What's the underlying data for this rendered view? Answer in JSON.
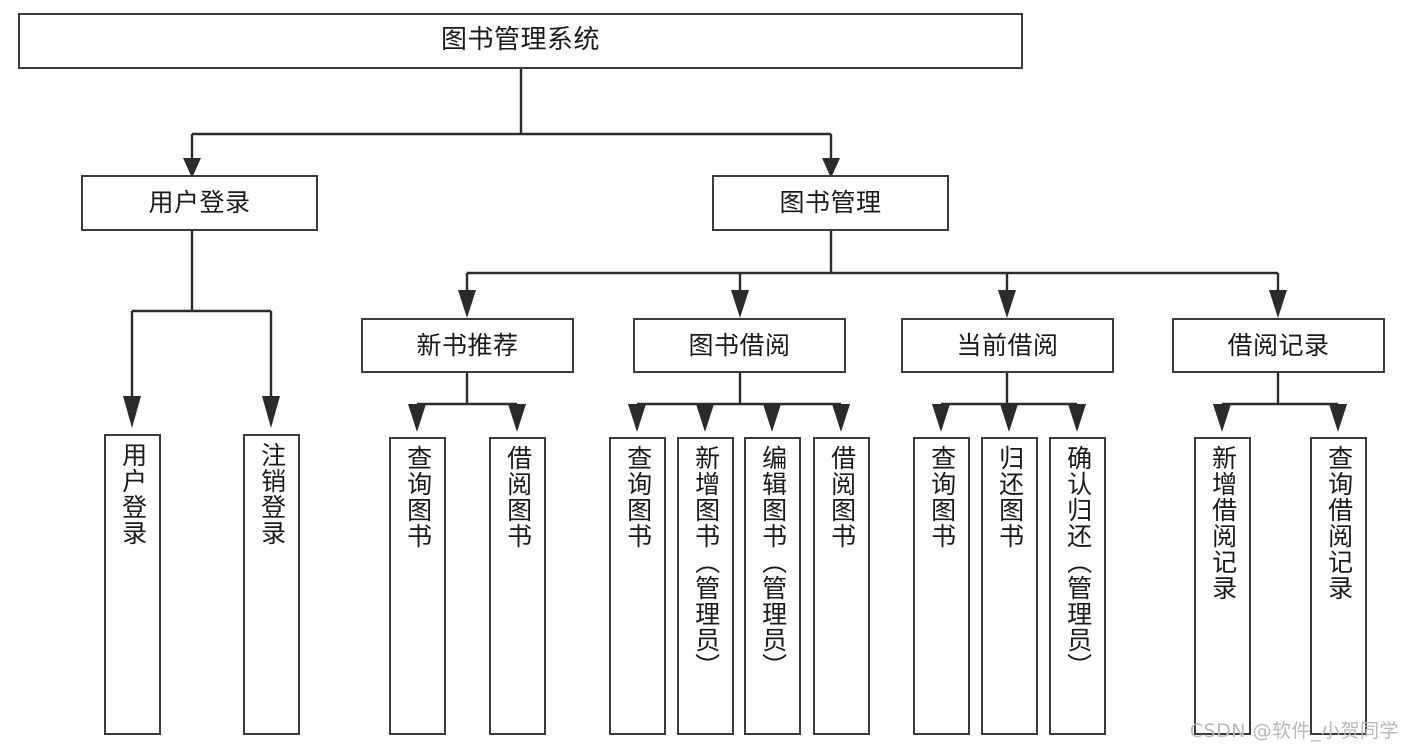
{
  "diagram": {
    "type": "tree",
    "title": "图书管理系统",
    "root": {
      "id": "root",
      "label": "图书管理系统"
    },
    "level1": [
      {
        "id": "user-login",
        "label": "用户登录"
      },
      {
        "id": "book-manage",
        "label": "图书管理"
      }
    ],
    "level2": [
      {
        "id": "new-book-recommend",
        "label": "新书推荐",
        "parent": "book-manage"
      },
      {
        "id": "book-borrow",
        "label": "图书借阅",
        "parent": "book-manage"
      },
      {
        "id": "current-borrow",
        "label": "当前借阅",
        "parent": "book-manage"
      },
      {
        "id": "borrow-record",
        "label": "借阅记录",
        "parent": "book-manage"
      }
    ],
    "leaves": [
      {
        "id": "leaf-user-login",
        "label": "用户登录",
        "parent": "user-login"
      },
      {
        "id": "leaf-logout",
        "label": "注销登录",
        "parent": "user-login"
      },
      {
        "id": "leaf-query-book-1",
        "label": "查询图书",
        "parent": "new-book-recommend"
      },
      {
        "id": "leaf-borrow-book-1",
        "label": "借阅图书",
        "parent": "new-book-recommend"
      },
      {
        "id": "leaf-query-book-2",
        "label": "查询图书",
        "parent": "book-borrow"
      },
      {
        "id": "leaf-add-book",
        "label": "新增图书（管理员）",
        "parent": "book-borrow"
      },
      {
        "id": "leaf-edit-book",
        "label": "编辑图书（管理员）",
        "parent": "book-borrow"
      },
      {
        "id": "leaf-borrow-book-2",
        "label": "借阅图书",
        "parent": "book-borrow"
      },
      {
        "id": "leaf-query-book-3",
        "label": "查询图书",
        "parent": "current-borrow"
      },
      {
        "id": "leaf-return-book",
        "label": "归还图书",
        "parent": "current-borrow"
      },
      {
        "id": "leaf-confirm-return",
        "label": "确认归还（管理员）",
        "parent": "current-borrow"
      },
      {
        "id": "leaf-add-record",
        "label": "新增借阅记录",
        "parent": "borrow-record"
      },
      {
        "id": "leaf-query-record",
        "label": "查询借阅记录",
        "parent": "borrow-record"
      }
    ],
    "colors": {
      "box_border": "#3b3b3b",
      "edge": "#2b2b2b",
      "text": "#1a1a1a",
      "background": "#ffffff",
      "watermark": "#b9b9b9"
    }
  },
  "watermark": {
    "text": "CSDN @软件_小贺同学"
  }
}
